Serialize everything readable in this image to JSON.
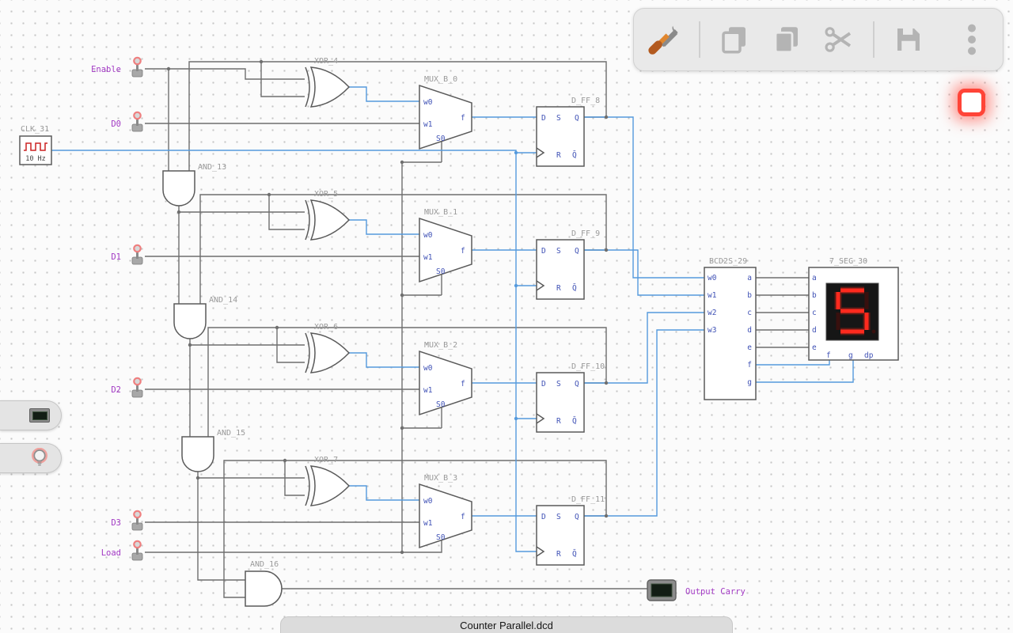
{
  "toolbar": {
    "buttons": [
      {
        "icon": "tools-icon"
      },
      {
        "icon": "copy-icon"
      },
      {
        "icon": "duplicate-icon"
      },
      {
        "icon": "cut-icon"
      },
      {
        "icon": "save-icon"
      },
      {
        "icon": "more-menu-icon"
      }
    ]
  },
  "stop_button": {
    "color": "#ff3e32"
  },
  "palette": {
    "items": [
      "display",
      "bulb"
    ]
  },
  "statusbar": {
    "filename": "Counter Parallel.dcd"
  },
  "circuit": {
    "clock": {
      "name": "CLK_31",
      "freq": "10 Hz"
    },
    "switches": [
      {
        "label": "Enable"
      },
      {
        "label": "D0"
      },
      {
        "label": "D1"
      },
      {
        "label": "D2"
      },
      {
        "label": "D3"
      },
      {
        "label": "Load"
      }
    ],
    "xor_gates": [
      {
        "name": "XOR_4"
      },
      {
        "name": "XOR_5"
      },
      {
        "name": "XOR_6"
      },
      {
        "name": "XOR_7"
      }
    ],
    "and_gates": [
      {
        "name": "AND_13"
      },
      {
        "name": "AND_14"
      },
      {
        "name": "AND_15"
      },
      {
        "name": "AND_16"
      }
    ],
    "mux": {
      "names": [
        "MUX_B_0",
        "MUX_B_1",
        "MUX_B_2",
        "MUX_B_3"
      ],
      "pins": {
        "in0": "w0",
        "in1": "w1",
        "sel": "S0",
        "out": "f"
      }
    },
    "flipflops": {
      "names": [
        "D_FF_8",
        "D_FF_9",
        "D_FF_10",
        "D_FF_11"
      ],
      "pins": {
        "d": "D",
        "s": "S",
        "q": "Q",
        "r": "R",
        "qn": "Q̄"
      }
    },
    "bcd": {
      "name": "BCD2S_29",
      "inputs": [
        "w0",
        "w1",
        "w2",
        "w3"
      ],
      "outputs": [
        "a",
        "b",
        "c",
        "d",
        "e",
        "f",
        "g"
      ]
    },
    "seg7": {
      "name": "7_SEG_30",
      "side_pins": [
        "a",
        "b",
        "c",
        "d",
        "e"
      ],
      "bottom_pins": [
        "f",
        "g",
        "dp"
      ],
      "digit": "5",
      "segments_on": [
        "a",
        "f",
        "g",
        "c",
        "d"
      ]
    },
    "output_led": {
      "label": "Output Carry"
    }
  },
  "colors": {
    "wire_blue": "#559add",
    "wire_gray": "#6e6e6e",
    "label_purple": "#a239c4",
    "label_gray": "#9a9a9a",
    "pin_blue": "#3f51b5",
    "segment_on": "#ff2a1e",
    "segment_off": "#38100e"
  }
}
